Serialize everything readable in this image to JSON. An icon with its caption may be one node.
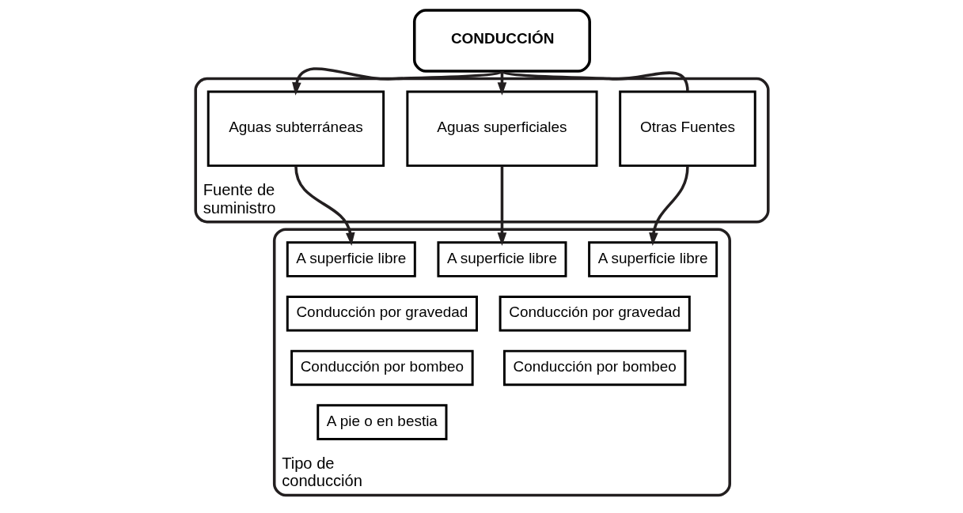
{
  "diagram": {
    "nodes": [
      {
        "text": [
          "CONDUCCIÓN"
        ]
      },
      {
        "text": [
          "Fuente de suministro"
        ]
      },
      {
        "text": [
          "Aguas subterráneas"
        ],
        "in": 1
      },
      {
        "text": [
          "Aguas superficiales"
        ],
        "in": 1
      },
      {
        "text": [
          "Otras Fuentes"
        ],
        "in": 1
      },
      {
        "text": [
          "Tipo de conducción"
        ]
      },
      {
        "text": [
          "A superficie libre"
        ],
        "in": 5
      },
      {
        "text": [
          "Conducción por gravedad"
        ],
        "in": 5
      },
      {
        "text": [
          "Conducción por bombeo"
        ],
        "in": 5
      },
      {
        "text": [
          "A pie o en bestia"
        ],
        "in": 5
      },
      {
        "text": [
          "A superficie libre"
        ],
        "in": 5
      },
      {
        "text": [
          "Conducción por gravedad"
        ],
        "in": 5
      },
      {
        "text": [
          "Conducción por bombeo"
        ],
        "in": 5
      },
      {
        "text": [
          "A superficie libre"
        ],
        "in": 5
      }
    ],
    "edges": [
      {
        "from": 0,
        "to": 2,
        "arrow": "to"
      },
      {
        "from": 0,
        "to": 3,
        "arrow": "to"
      },
      {
        "from": 0,
        "to": 4,
        "arrow": "none"
      },
      {
        "from": 2,
        "to": 6,
        "arrow": "to"
      },
      {
        "from": 3,
        "to": 10,
        "arrow": "to"
      },
      {
        "from": 4,
        "to": 13,
        "arrow": "to"
      }
    ]
  }
}
